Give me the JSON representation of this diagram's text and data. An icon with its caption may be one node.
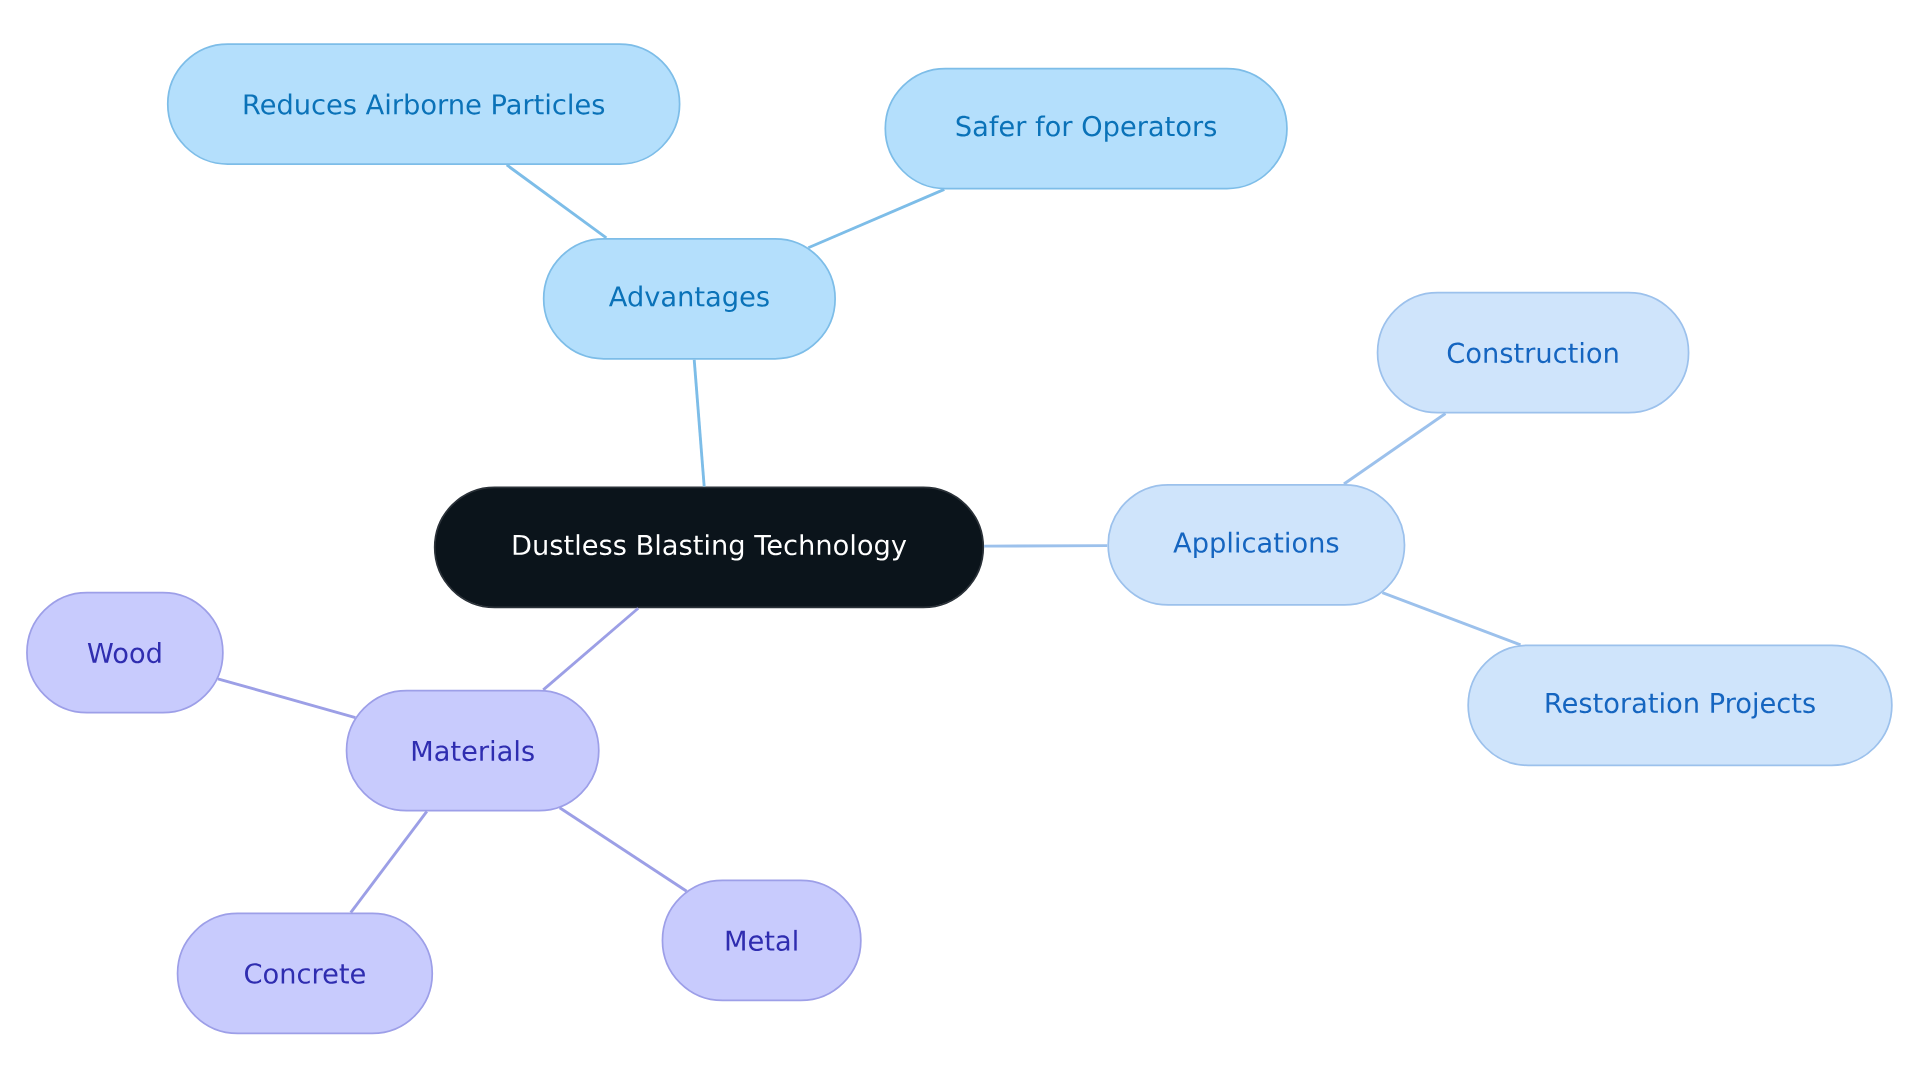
{
  "diagram": {
    "nodes": [
      {
        "text": [
          "Dustless Blasting Technology"
        ]
      },
      {
        "text": [
          "Advantages"
        ]
      },
      {
        "text": [
          "Reduces Airborne Particles"
        ]
      },
      {
        "text": [
          "Safer for Operators"
        ]
      },
      {
        "text": [
          "Applications"
        ]
      },
      {
        "text": [
          "Construction"
        ]
      },
      {
        "text": [
          "Restoration Projects"
        ]
      },
      {
        "text": [
          "Materials"
        ]
      },
      {
        "text": [
          "Wood"
        ]
      },
      {
        "text": [
          "Concrete"
        ]
      },
      {
        "text": [
          "Metal"
        ]
      }
    ],
    "edges": [
      {
        "from": 0,
        "to": 1,
        "arrow": "none",
        "color": "#7dbde8"
      },
      {
        "from": 1,
        "to": 2,
        "arrow": "none",
        "color": "#7dbde8"
      },
      {
        "from": 1,
        "to": 3,
        "arrow": "none",
        "color": "#7dbde8"
      },
      {
        "from": 0,
        "to": 4,
        "arrow": "none",
        "color": "#9cc1ec"
      },
      {
        "from": 4,
        "to": 5,
        "arrow": "none",
        "color": "#9cc1ec"
      },
      {
        "from": 4,
        "to": 6,
        "arrow": "none",
        "color": "#9cc1ec"
      },
      {
        "from": 0,
        "to": 7,
        "arrow": "none",
        "color": "#9c9fe6"
      },
      {
        "from": 7,
        "to": 8,
        "arrow": "none",
        "color": "#9c9fe6"
      },
      {
        "from": 7,
        "to": 9,
        "arrow": "none",
        "color": "#9c9fe6"
      },
      {
        "from": 7,
        "to": 10,
        "arrow": "none",
        "color": "#9c9fe6"
      }
    ]
  }
}
